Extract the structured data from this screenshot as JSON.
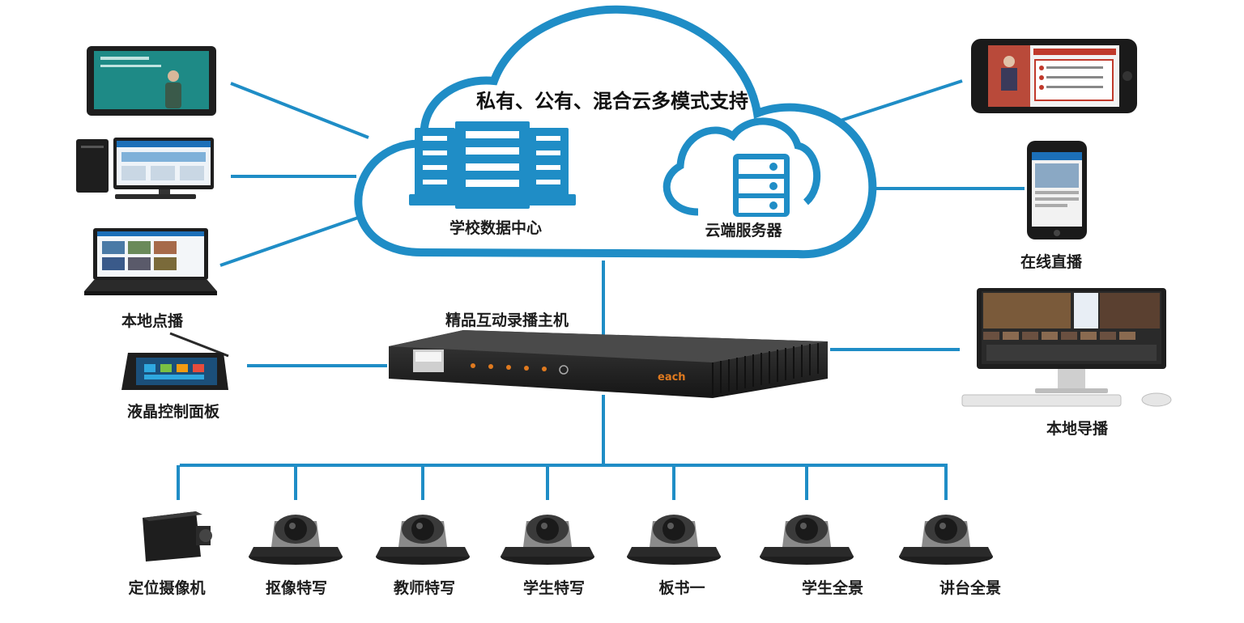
{
  "colors": {
    "line": "#1f8dc6",
    "cloud": "#1f8dc6",
    "device": "#1e1e1e",
    "screen_blue": "#1c6fb8",
    "screen_teal": "#1e8a86",
    "brand": "#e07a1f"
  },
  "cloud": {
    "title": "私有、公有、混合云多模式支持",
    "datacenter_label": "学校数据中心",
    "server_label": "云端服务器",
    "datacenter_icon": "server-rack-icon",
    "server_icon": "cloud-server-icon"
  },
  "host": {
    "label": "精品互动录播主机",
    "brand": "each"
  },
  "left_devices": [
    {
      "name": "tablet-teaching-screen",
      "label": ""
    },
    {
      "name": "desktop-pc",
      "label": ""
    },
    {
      "name": "laptop",
      "label": "本地点播"
    },
    {
      "name": "lcd-control-panel",
      "label": "液晶控制面板"
    }
  ],
  "right_devices": [
    {
      "name": "smartphone-landscape",
      "label": ""
    },
    {
      "name": "smartphone-portrait",
      "label": "在线直播"
    },
    {
      "name": "director-monitor",
      "label": "本地导播"
    }
  ],
  "cameras": [
    {
      "label": "定位摄像机",
      "type": "box-camera-icon"
    },
    {
      "label": "抠像特写",
      "type": "ptz-camera-icon"
    },
    {
      "label": "教师特写",
      "type": "ptz-camera-icon"
    },
    {
      "label": "学生特写",
      "type": "ptz-camera-icon"
    },
    {
      "label": "板书一",
      "type": "ptz-camera-icon"
    },
    {
      "label": "学生全景",
      "type": "ptz-camera-icon"
    },
    {
      "label": "讲台全景",
      "type": "ptz-camera-icon"
    }
  ]
}
